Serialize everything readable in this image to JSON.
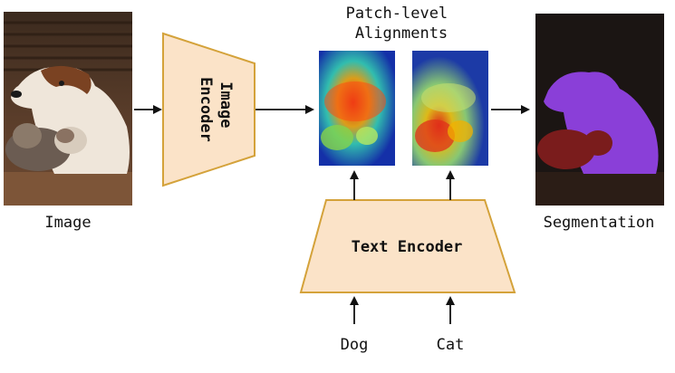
{
  "diagram": {
    "input_caption": "Image",
    "image_encoder_label": "Image\nEncoder",
    "patch_alignments_title_line1": "Patch-level",
    "patch_alignments_title_line2": "Alignments",
    "text_encoder_label": "Text Encoder",
    "output_caption": "Segmentation",
    "text_inputs": [
      "Dog",
      "Cat"
    ]
  },
  "colors": {
    "encoder_fill": "#fbe3c8",
    "encoder_stroke": "#d4a23a",
    "arrow": "#111111",
    "dog_mask": "#8a3fd8",
    "cat_mask": "#7a1c1c"
  }
}
